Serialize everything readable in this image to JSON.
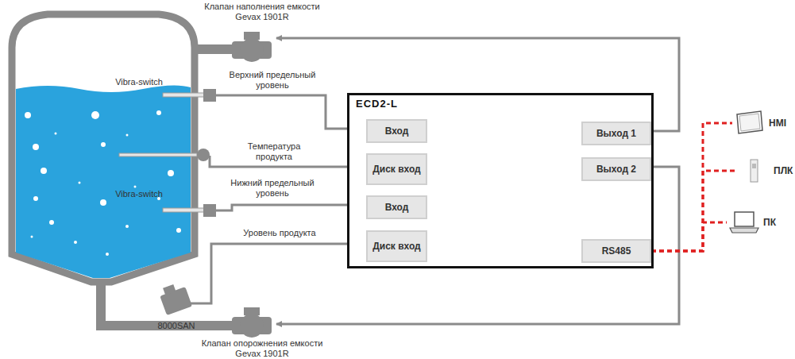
{
  "diagram": {
    "nodes": [
      {
        "text": [
          "ECD2-L"
        ]
      },
      {
        "text": [
          "Вход"
        ],
        "in": 0
      },
      {
        "text": [
          "Диск вход"
        ],
        "in": 0
      },
      {
        "text": [
          "Вход"
        ],
        "in": 0
      },
      {
        "text": [
          "Диск вход"
        ],
        "in": 0
      },
      {
        "text": [
          "Выход 1"
        ],
        "in": 0
      },
      {
        "text": [
          "Выход 2"
        ],
        "in": 0
      },
      {
        "text": [
          "RS485"
        ],
        "in": 0
      },
      {
        "text": [
          "HMI"
        ]
      },
      {
        "text": [
          "ПЛК"
        ]
      },
      {
        "text": [
          "ПК"
        ]
      }
    ],
    "edges": [
      {
        "from": 1,
        "to": 5,
        "arrow": "to"
      },
      {
        "from": 1,
        "to": 6,
        "arrow": "to"
      },
      {
        "from": 1,
        "to": 7,
        "arrow": "to"
      },
      {
        "from": 2,
        "to": 5,
        "arrow": "to"
      },
      {
        "from": 2,
        "to": 6,
        "arrow": "to"
      },
      {
        "from": 2,
        "to": 7,
        "arrow": "to"
      },
      {
        "from": 3,
        "to": 5,
        "arrow": "to"
      },
      {
        "from": 3,
        "to": 6,
        "arrow": "to"
      },
      {
        "from": 3,
        "to": 7,
        "arrow": "to"
      },
      {
        "from": 4,
        "to": 5,
        "arrow": "to"
      },
      {
        "from": 4,
        "to": 6,
        "arrow": "to"
      },
      {
        "from": 4,
        "to": 7,
        "arrow": "to"
      },
      {
        "from": 7,
        "to": 8,
        "arrow": "none"
      },
      {
        "from": 7,
        "to": 9,
        "arrow": "none"
      },
      {
        "from": 7,
        "to": 10,
        "arrow": "none"
      }
    ],
    "labels": [
      "Клапан наполнения емкости",
      "Gevax 1901R",
      "Vibra-switch",
      "Верхний предельный уровень",
      "Температура продукта",
      "Vibra-switch",
      "Нижний предельный уровень",
      "Уровень продукта",
      "8000SAN",
      "Клапан опорожнения емкости",
      "Gevax 1901R"
    ]
  }
}
